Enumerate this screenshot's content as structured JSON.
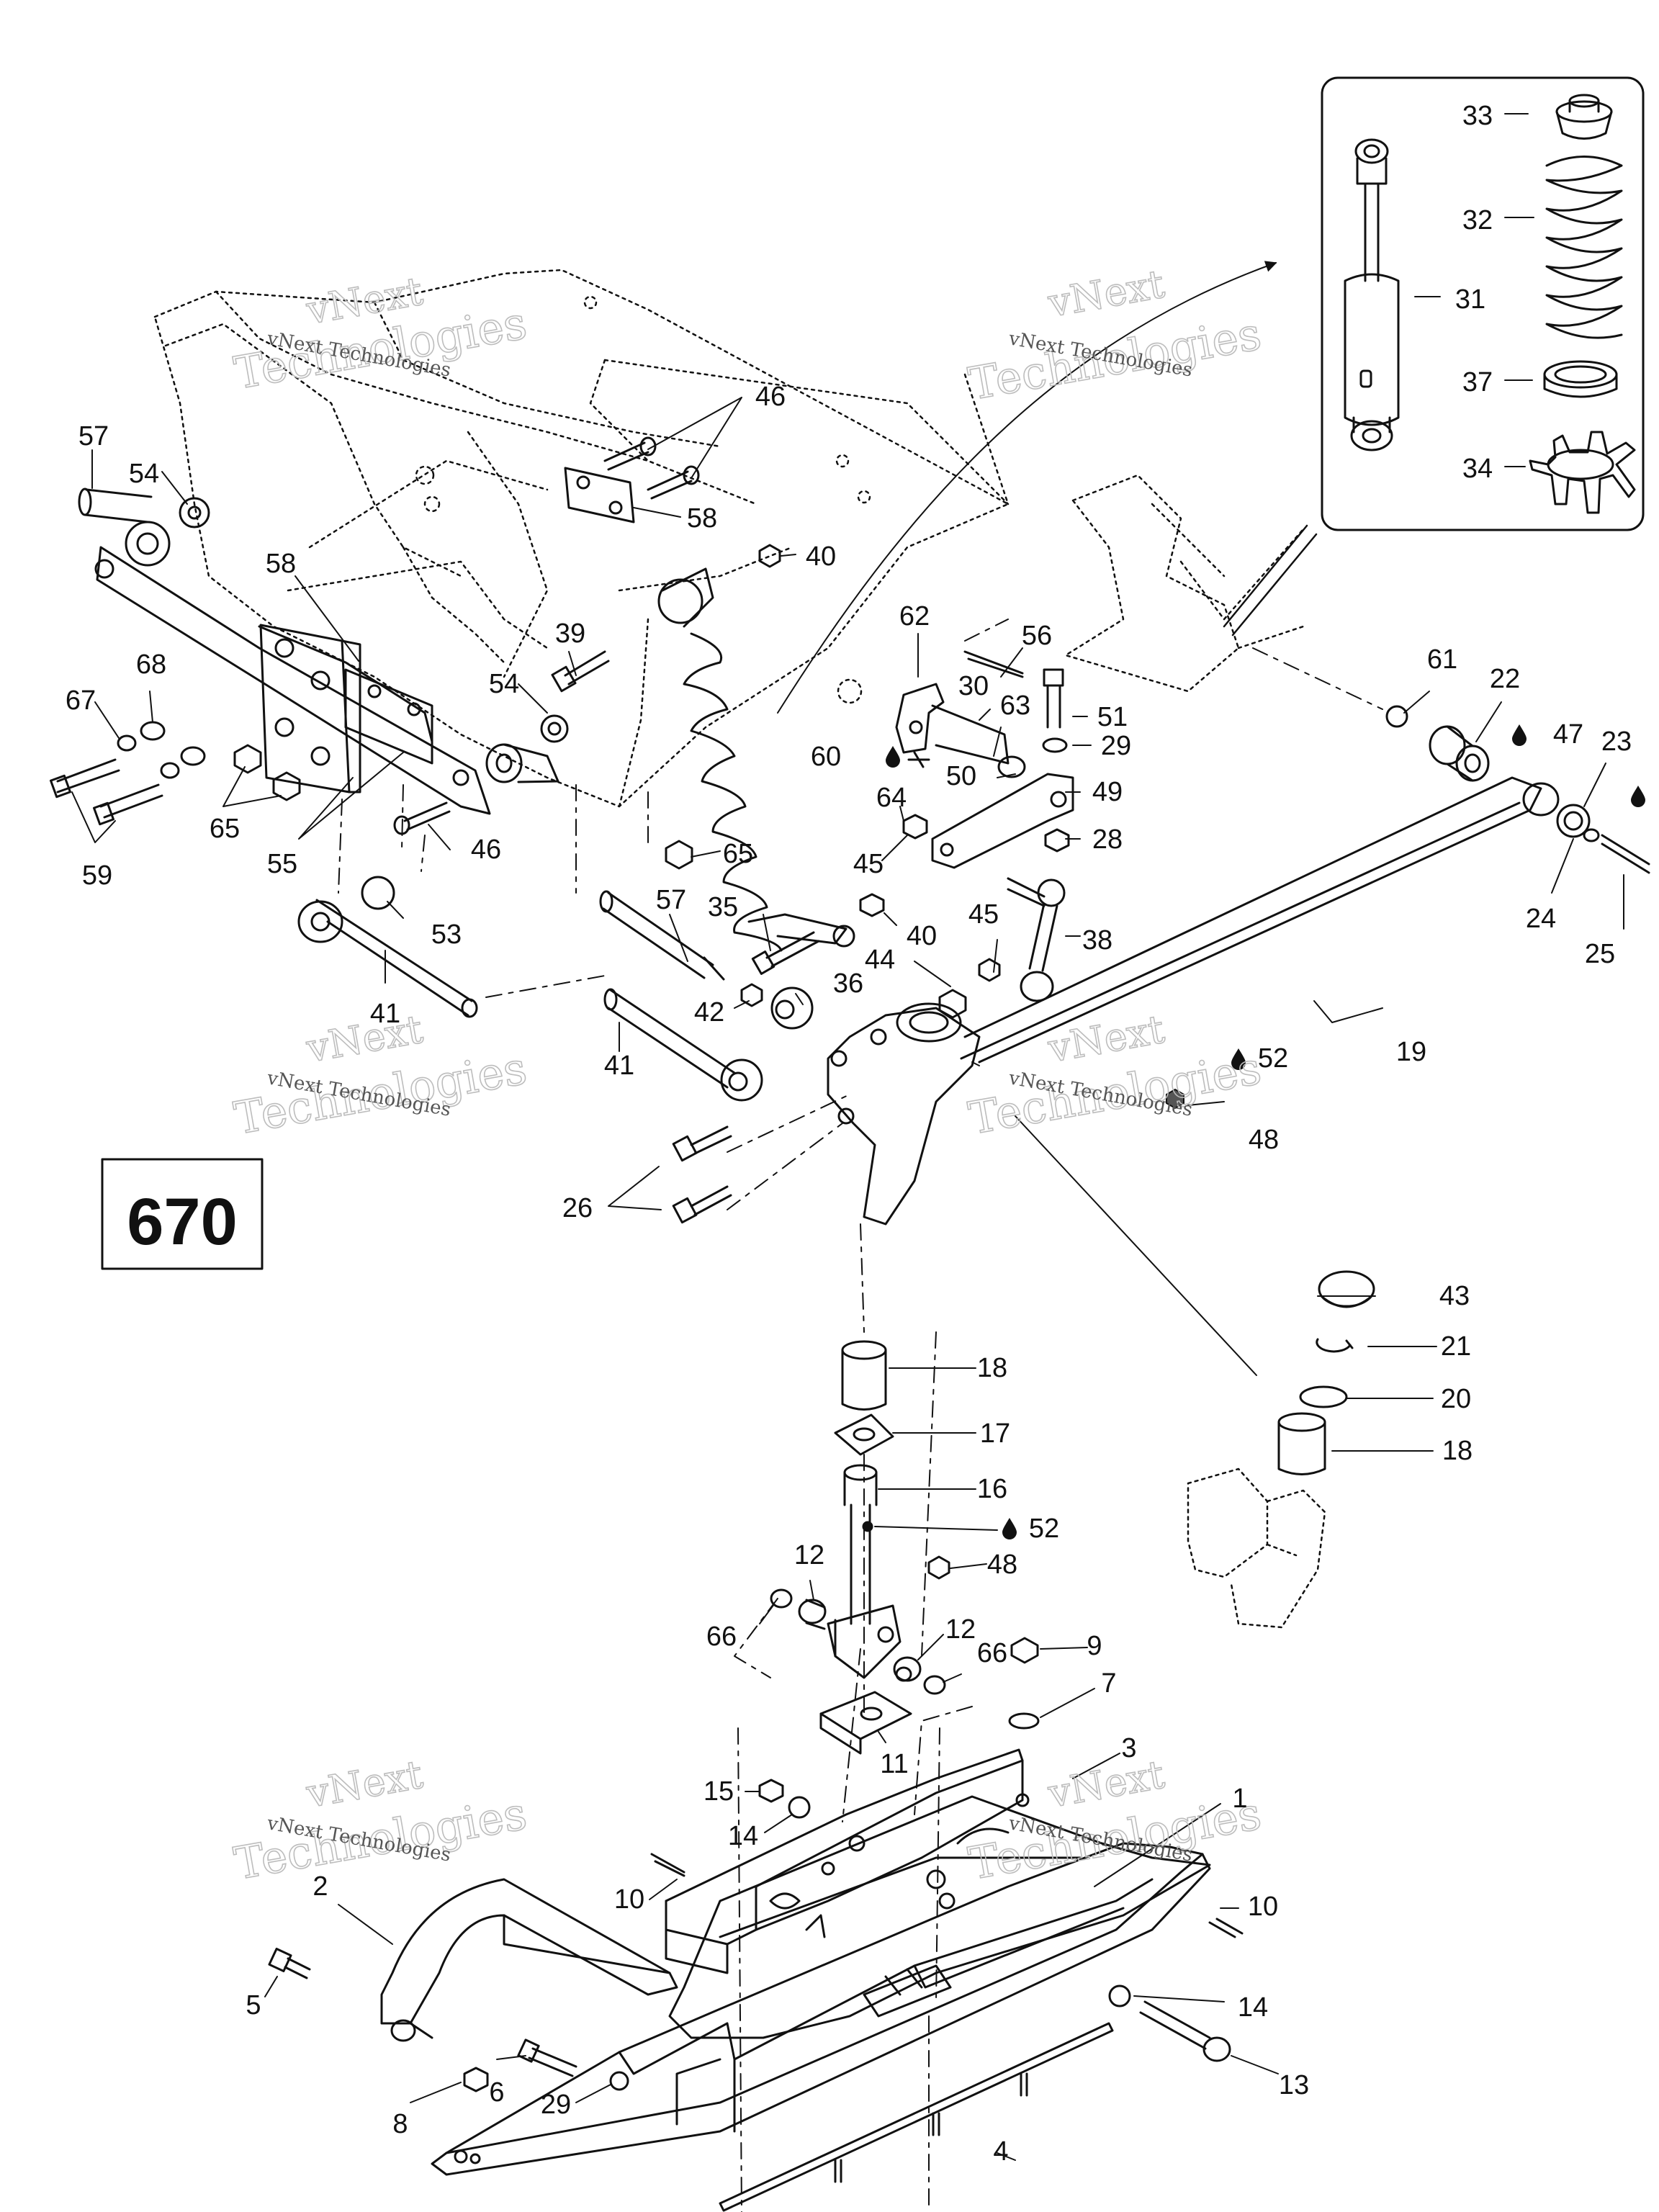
{
  "figure_number": "670",
  "watermark": {
    "line1": "vNext",
    "line2": "Technologies",
    "full": "vNext Technologies"
  },
  "callouts": [
    "1",
    "2",
    "3",
    "4",
    "5",
    "6",
    "7",
    "8",
    "9",
    "10",
    "10",
    "11",
    "12",
    "12",
    "13",
    "14",
    "14",
    "15",
    "16",
    "17",
    "18",
    "18",
    "19",
    "20",
    "21",
    "22",
    "23",
    "24",
    "25",
    "26",
    "28",
    "29",
    "29",
    "30",
    "31",
    "32",
    "33",
    "34",
    "35",
    "36",
    "37",
    "38",
    "39",
    "40",
    "40",
    "41",
    "41",
    "42",
    "43",
    "44",
    "45",
    "45",
    "46",
    "46",
    "47",
    "48",
    "48",
    "49",
    "50",
    "51",
    "52",
    "52",
    "53",
    "54",
    "54",
    "55",
    "56",
    "57",
    "57",
    "58",
    "58",
    "59",
    "60",
    "61",
    "62",
    "63",
    "64",
    "65",
    "65",
    "66",
    "66",
    "67",
    "68"
  ]
}
